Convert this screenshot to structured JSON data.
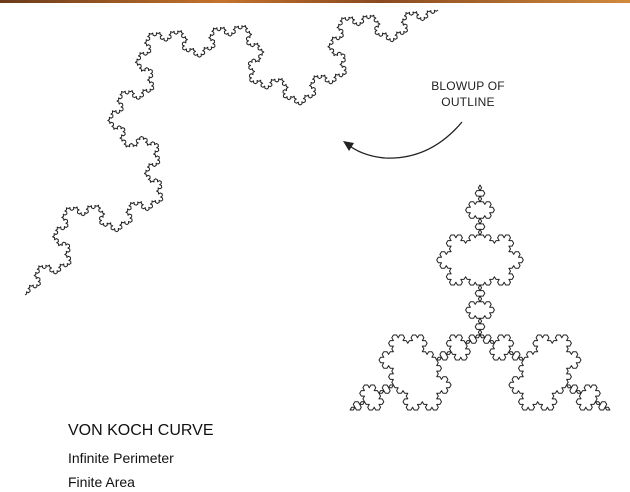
{
  "annotation": {
    "line1": "BLOWUP OF",
    "line2": "OUTLINE"
  },
  "labels": {
    "title": "VON KOCH CURVE",
    "perimeter": "Infinite Perimeter",
    "area": "Finite Area"
  },
  "colors": {
    "stroke": "#222222",
    "background": "#ffffff",
    "accent_bar": "#c4732c"
  }
}
